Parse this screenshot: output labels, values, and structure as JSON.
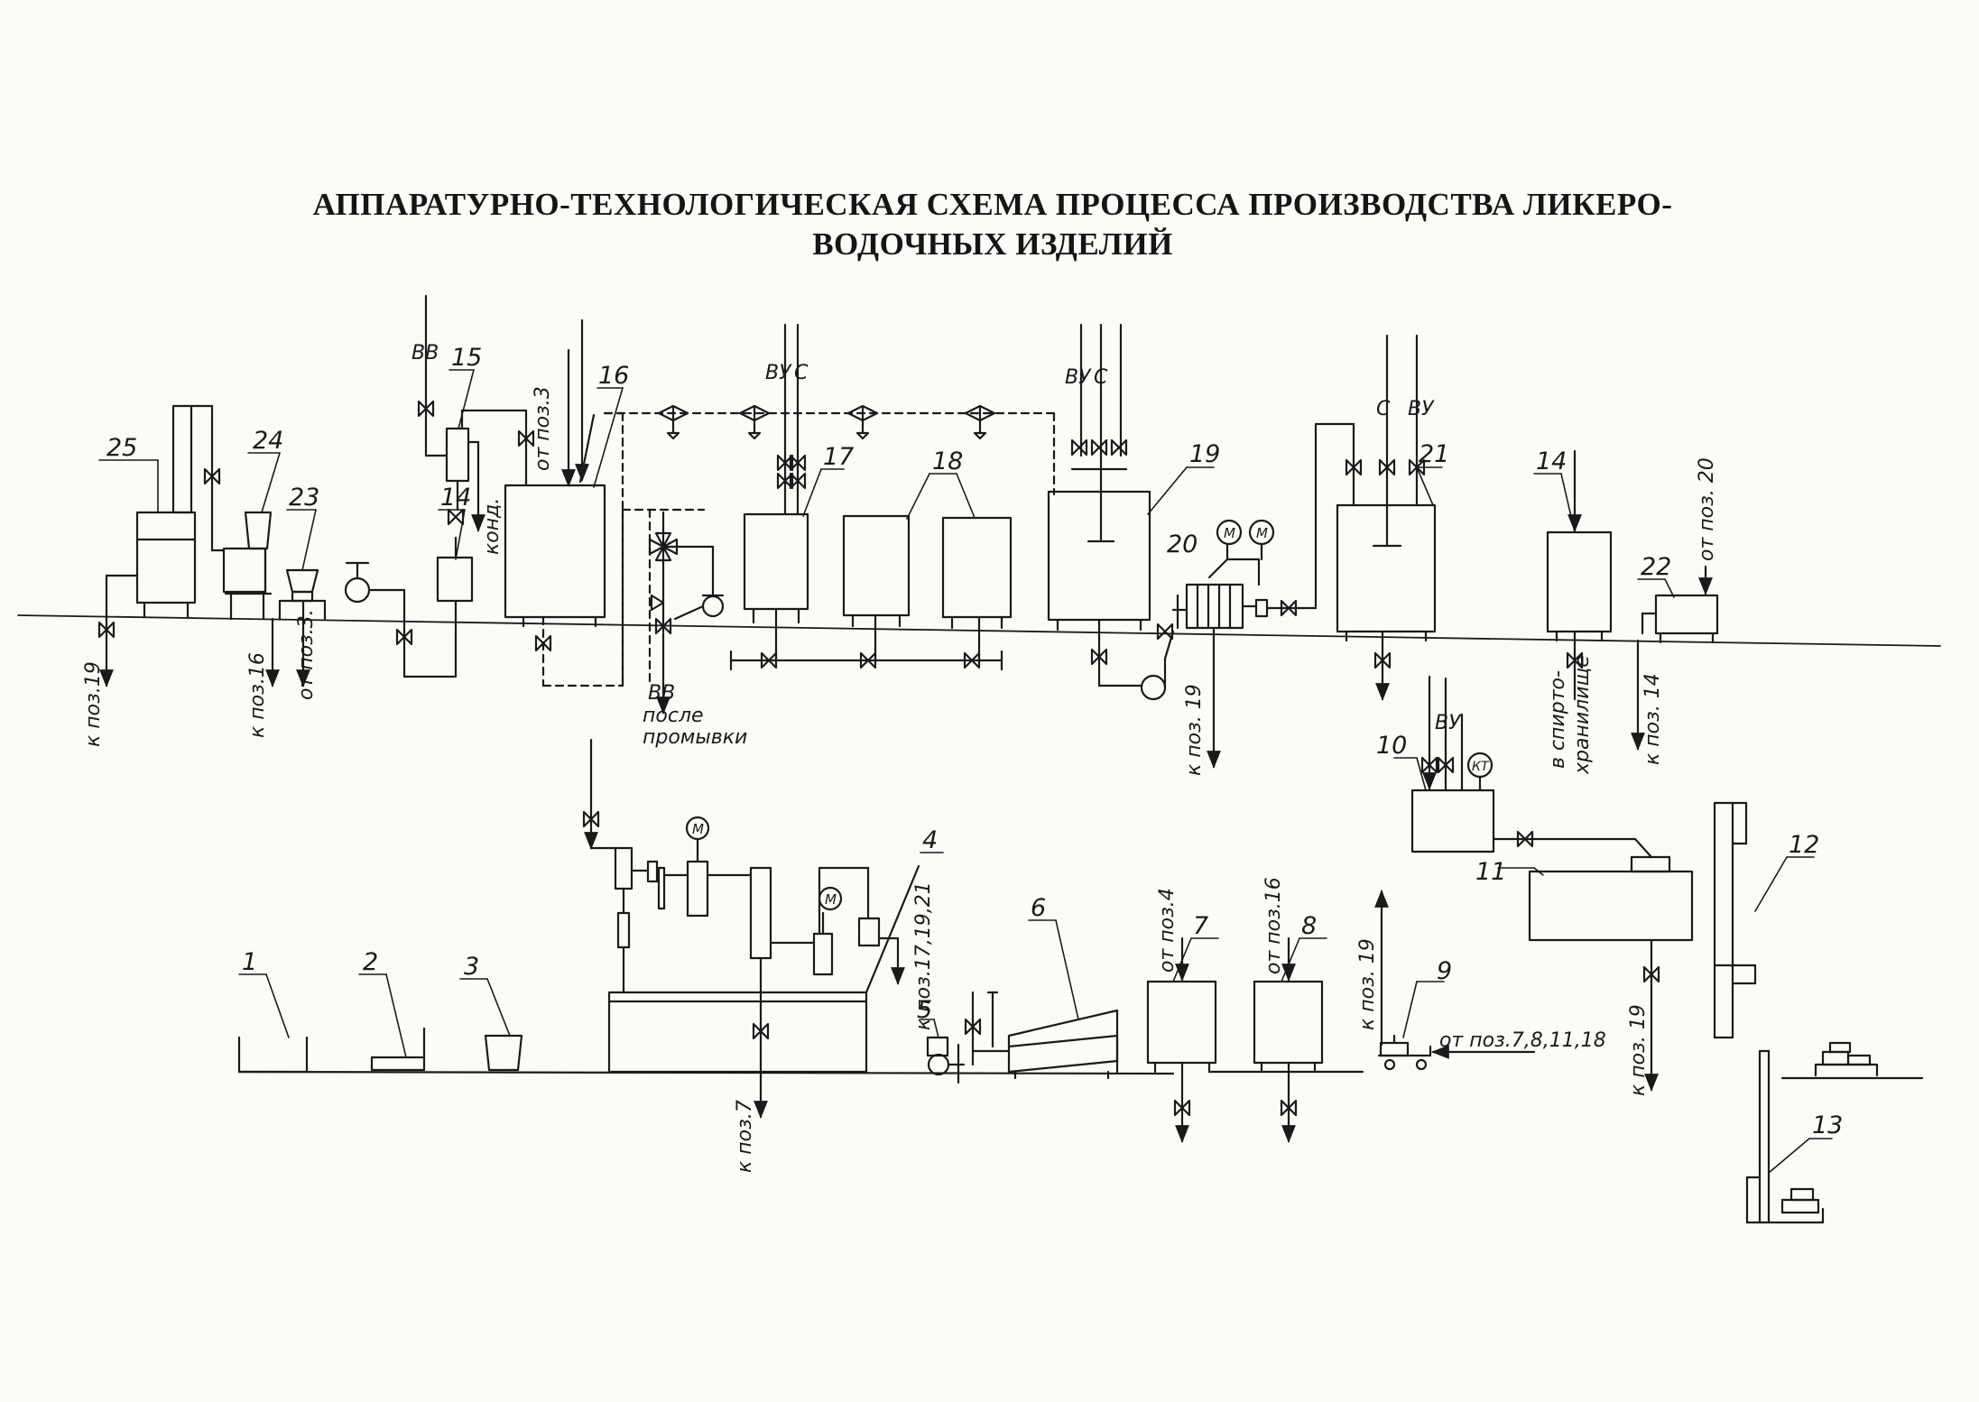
{
  "title": {
    "line1": "АППАРАТУРНО-ТЕХНОЛОГИЧЕСКАЯ СХЕМА ПРОЦЕССА ПРОИЗВОДСТВА ЛИКЕРО-",
    "line2": "ВОДОЧНЫХ ИЗДЕЛИЙ"
  },
  "positions": {
    "p1": "1",
    "p2": "2",
    "p3": "3",
    "p4": "4",
    "p5": "5",
    "p6": "6",
    "p7": "7",
    "p8": "8",
    "p9": "9",
    "p10": "10",
    "p11": "11",
    "p12": "12",
    "p13": "13",
    "p14a": "14",
    "p14b": "14",
    "p15": "15",
    "p16": "16",
    "p17": "17",
    "p18": "18",
    "p19": "19",
    "p20": "20",
    "p21": "21",
    "p22": "22",
    "p23": "23",
    "p24": "24",
    "p25": "25"
  },
  "labels": {
    "vv_15": "ВВ",
    "vu_17": "ВУ",
    "c_17": "С",
    "vu_19": "ВУ",
    "c_19": "С",
    "c_21": "С",
    "vu_21": "ВУ",
    "vu_10": "ВУ",
    "from_pos3_top": "от поз.3",
    "from_pos20": "от поз. 20",
    "to_pos19_left": "к поз.19",
    "to_pos16": "к поз.16",
    "from_pos3": "от поз.3.",
    "kond": "конд.",
    "vv_after": "ВВ",
    "after_wash_1": "после",
    "after_wash_2": "промывки",
    "to_pos19_mid": "к поз. 19",
    "to_storage_1": "в спирто-",
    "to_storage_2": "хранилище",
    "to_pos14": "к поз. 14",
    "to_pos7": "к поз.7",
    "to_pos17_19_21": "к поз.17,19,21",
    "from_pos4": "от поз.4",
    "from_pos16": "от поз.16",
    "to_pos19_9": "к поз. 19",
    "from_pos_7_8_11_18": "от поз.7,8,11,18",
    "to_pos19_right": "к поз. 19",
    "motor": "М",
    "kt": "КТ"
  }
}
